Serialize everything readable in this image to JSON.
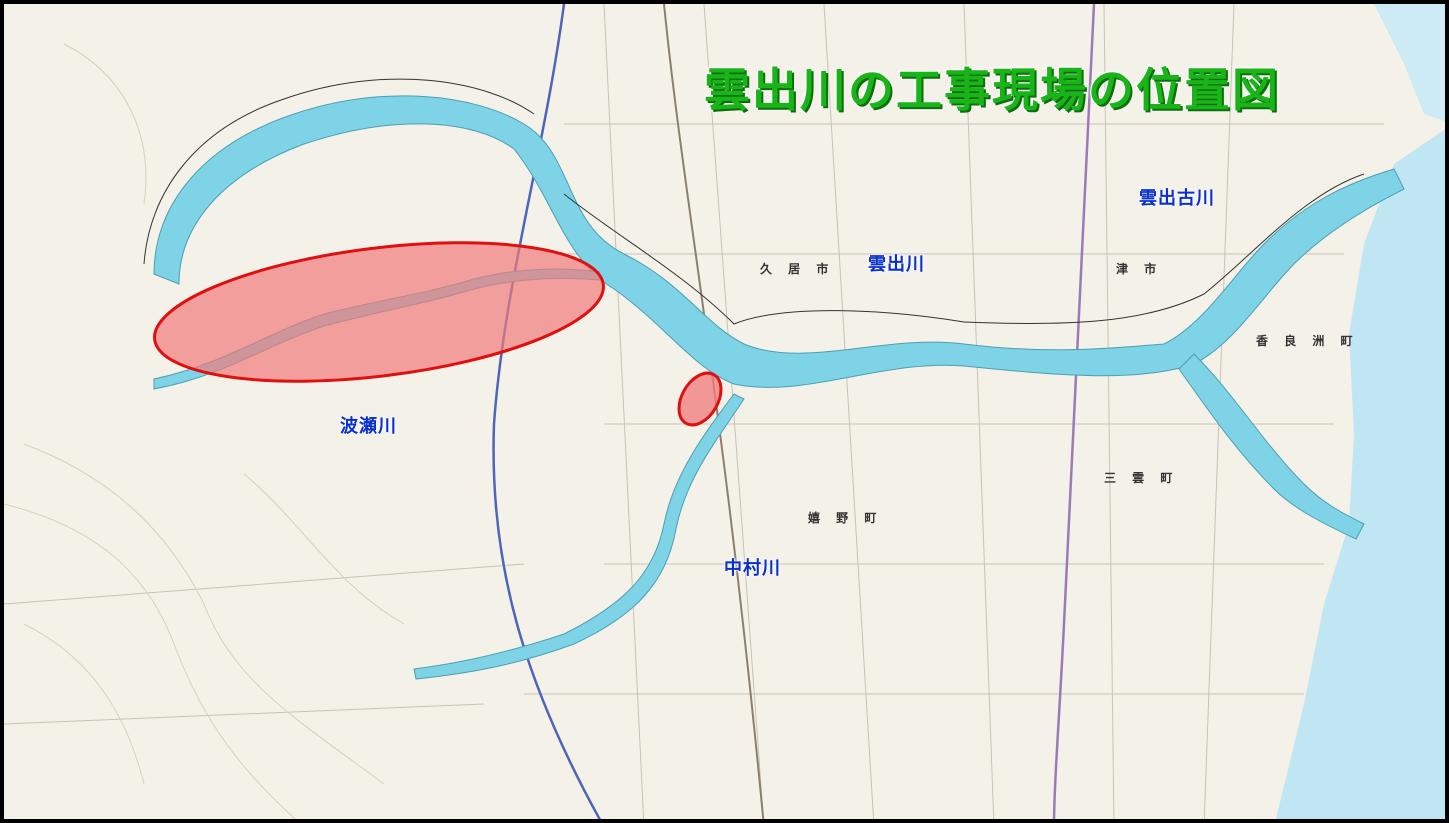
{
  "map": {
    "title": "雲出川の工事現場の位置図",
    "rivers": {
      "kumozu": "雲出川",
      "kumozu_old": "雲出古川",
      "hase": "波瀬川",
      "nakamura": "中村川"
    },
    "towns": {
      "hisai": "久 居 市",
      "tsu": "津 市",
      "kora": "香 良 洲 町",
      "mikumo": "三 雲 町",
      "ureshino": "嬉 野 町"
    },
    "colors": {
      "river": "#7fd3e6",
      "sea": "#bfe6f2",
      "land": "#f4f1e9",
      "highlight_fill": "#f07a7a",
      "highlight_stroke": "#e01010",
      "label": "#0a2fd1",
      "title": "#18b418"
    }
  }
}
